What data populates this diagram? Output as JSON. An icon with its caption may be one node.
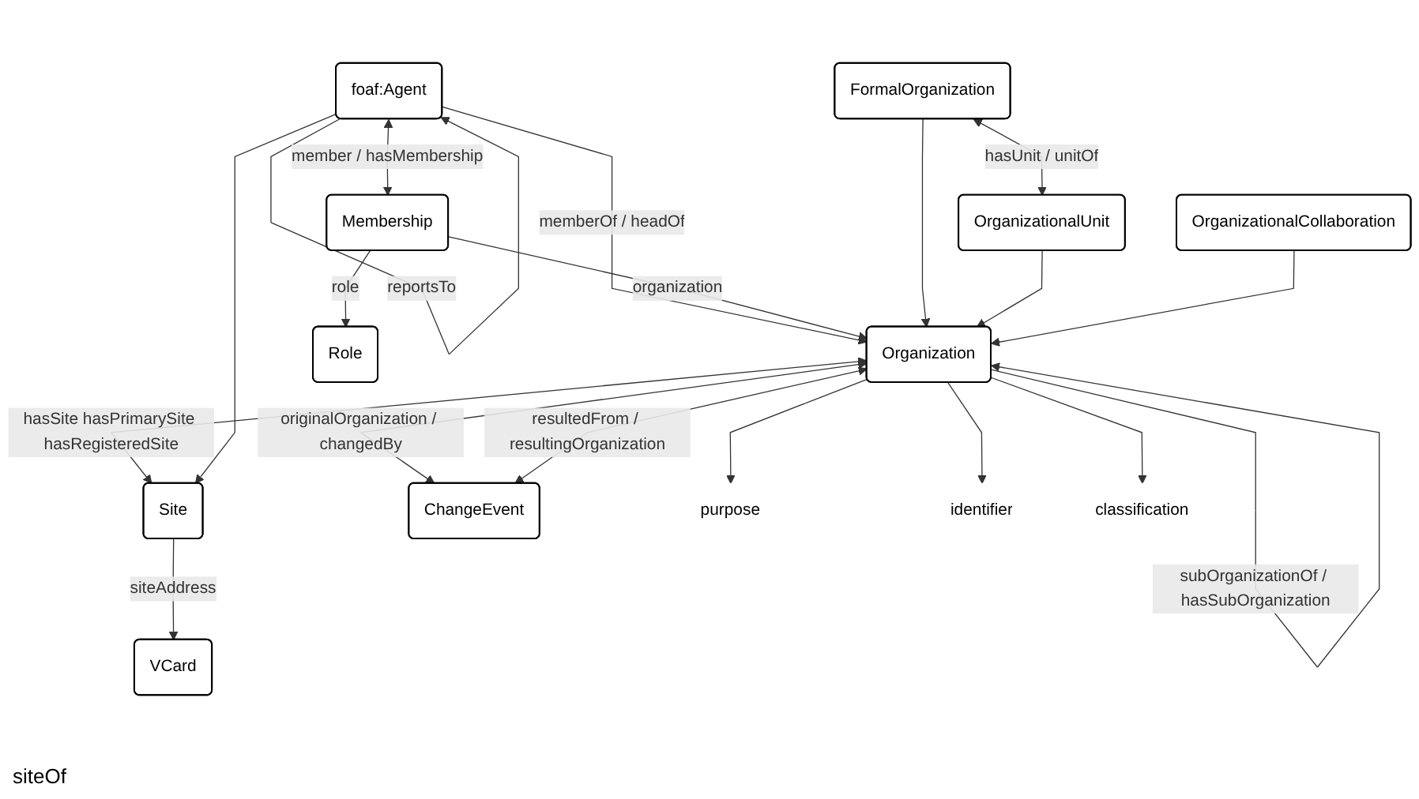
{
  "diagram": {
    "nodes": [
      {
        "text": [
          "VCard"
        ]
      },
      {
        "text": [
          "Site"
        ]
      },
      {
        "text": [
          "foaf:Agent"
        ]
      },
      {
        "text": [
          "Organization"
        ]
      },
      {
        "text": [
          "ChangeEvent"
        ]
      },
      {
        "text": [
          "FormalOrganization"
        ]
      },
      {
        "text": [
          "Membership"
        ]
      },
      {
        "text": [
          "OrganizationalUnit"
        ]
      },
      {
        "text": [
          "Role"
        ]
      },
      {
        "text": [
          "OrganizationalCollaboration"
        ]
      },
      {
        "text": [
          "purpose"
        ]
      },
      {
        "text": [
          "identifier"
        ]
      },
      {
        "text": [
          "classification"
        ]
      }
    ],
    "edges": [
      {
        "from": 1,
        "to": 0,
        "arrow": "to",
        "label": "siteAddress"
      },
      {
        "from": 3,
        "to": 1,
        "arrow": "both",
        "label": "hasSite hasPrimarySite hasRegisteredSite"
      },
      {
        "from": 2,
        "to": 1,
        "arrow": "to"
      },
      {
        "from": 2,
        "to": 2,
        "arrow": "to",
        "label": "reportsTo"
      },
      {
        "from": 2,
        "to": 3,
        "arrow": "to",
        "label": "memberOf / headOf"
      },
      {
        "from": 3,
        "to": 3,
        "arrow": "to",
        "label": "subOrganizationOf / hasSubOrganization"
      },
      {
        "from": 3,
        "to": 4,
        "arrow": "both",
        "label": "originalOrganization / changedBy"
      },
      {
        "from": 4,
        "to": 3,
        "arrow": "both",
        "label": "resultedFrom / resultingOrganization"
      },
      {
        "from": 2,
        "to": 6,
        "arrow": "both",
        "label": "member / hasMembership"
      },
      {
        "from": 6,
        "to": 3,
        "arrow": "to",
        "label": "organization"
      },
      {
        "from": 5,
        "to": 3,
        "arrow": "to"
      },
      {
        "from": 7,
        "to": 3,
        "arrow": "to"
      },
      {
        "from": 9,
        "to": 3,
        "arrow": "to"
      },
      {
        "from": 5,
        "to": 7,
        "arrow": "both",
        "label": "hasUnit / unitOf"
      },
      {
        "from": 3,
        "to": 10,
        "arrow": "to"
      },
      {
        "from": 3,
        "to": 11,
        "arrow": "to"
      },
      {
        "from": 3,
        "to": 12,
        "arrow": "to"
      },
      {
        "from": 6,
        "to": 8,
        "arrow": "to",
        "label": "role"
      }
    ],
    "labels": [
      "siteOf"
    ]
  }
}
